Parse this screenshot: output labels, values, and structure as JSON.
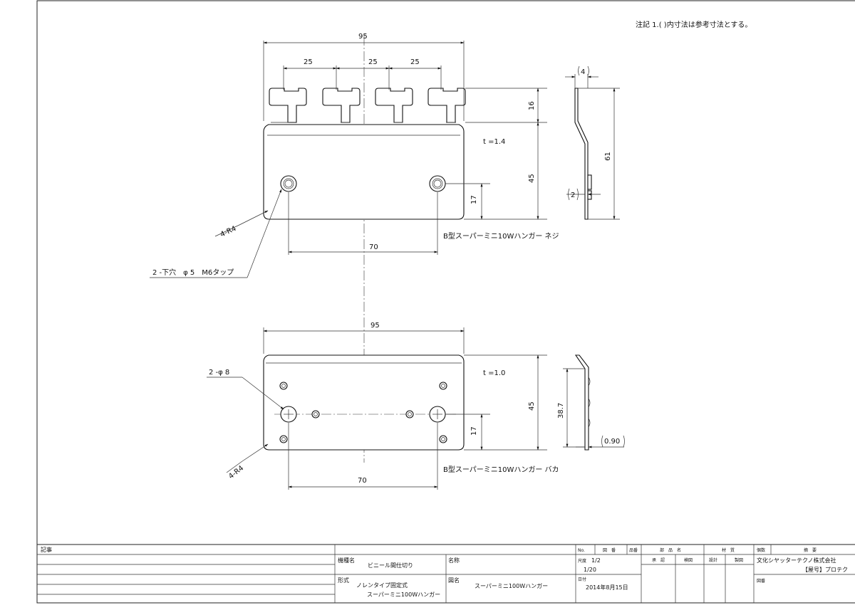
{
  "note": "注記 1.( )内寸法は参考寸法とする。",
  "top_view": {
    "width": "95",
    "pitch_left": "25",
    "pitch_mid": "25",
    "pitch_right": "25",
    "height_tab": "16",
    "height_body": "45",
    "hole_height": "17",
    "hole_spacing": "70",
    "thickness": "t =1.4",
    "corner_radius": "4-R4",
    "tap_hole": "2 -下穴　φ 5　M6タップ",
    "caption": "B型スーパーミニ10Wハンガー ネジ"
  },
  "top_side_view": {
    "offset": "4",
    "total_height": "61",
    "lip": "2"
  },
  "bottom_view": {
    "width": "95",
    "hole_dia": "2 -φ 8",
    "thickness": "t =1.0",
    "height_body": "45",
    "hole_height": "17",
    "hole_spacing": "70",
    "corner_radius": "4-R4",
    "caption": "B型スーパーミニ10Wハンガー バカ"
  },
  "bottom_side_view": {
    "height": "38.7",
    "thickness": "0.90"
  },
  "title_block": {
    "remarks": "記事",
    "model_label": "機種名",
    "model_value": "ビニール間仕切り",
    "type_label": "形式",
    "type_value1": "ノレンタイプ固定式",
    "type_value2": "スーパーミニ100Wハンガー",
    "name_label": "名称",
    "drawing_name_label": "図名",
    "drawing_name": "スーパーミニ100Wハンガー",
    "no_label": "No.",
    "zuban_label": "図　番",
    "hinban_label": "品番",
    "buhin_label": "部　品　名",
    "zaishitsu_label": "材　質",
    "kosu_label": "個数",
    "tekiyo_label": "摘　要",
    "scale_label": "尺度",
    "scale_value1": "1/2",
    "scale_value2": "1/20",
    "date_label": "日付",
    "date_value": "2014年8月15日",
    "approve_label": "承　認",
    "check_label": "検図",
    "design_label": "設計",
    "draw_label": "製図",
    "company": "文化シヤッターテクノ株式会社",
    "trade_name": "【屋号】プロテク",
    "zuban_bottom": "図番"
  }
}
